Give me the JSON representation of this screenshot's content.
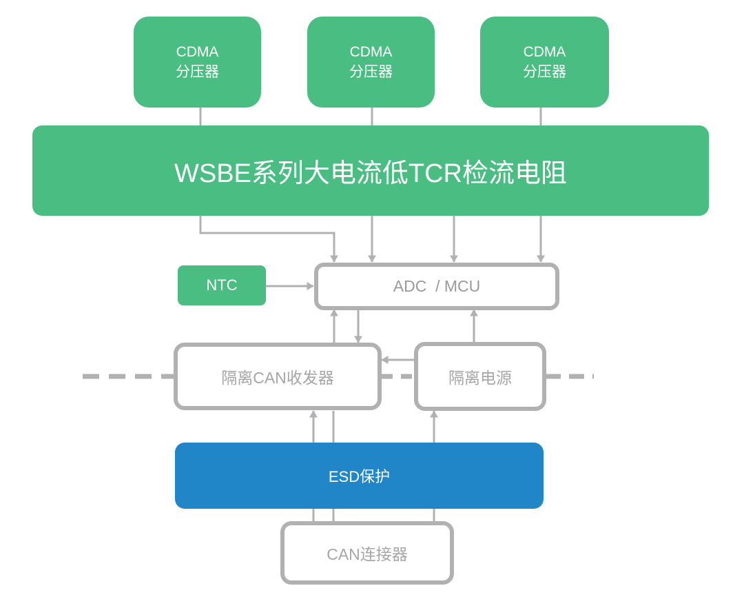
{
  "colors": {
    "green": "#4abd83",
    "blue": "#2186c8",
    "gray": "#b1b1b3",
    "gray_text": "#a6a6a8"
  },
  "dividers": {
    "cdma_a": {
      "line1": "CDMA",
      "line2": "分压器"
    },
    "cdma_b": {
      "line1": "CDMA",
      "line2": "分压器"
    },
    "cdma_c": {
      "line1": "CDMA",
      "line2": "分压器"
    }
  },
  "resistor": {
    "label": "WSBE系列大电流低TCR检流电阻"
  },
  "ntc": {
    "label": "NTC"
  },
  "adc_mcu": {
    "label": "ADC  / MCU"
  },
  "can_transceiver": {
    "label": "隔离CAN收发器"
  },
  "isolated_power": {
    "label": "隔离电源"
  },
  "esd": {
    "label": "ESD保护"
  },
  "can_connector": {
    "label": "CAN连接器"
  },
  "connections": [
    {
      "from": "CDMA分压器 (1)",
      "to": "WSBE检流电阻"
    },
    {
      "from": "CDMA分压器 (2)",
      "to": "WSBE检流电阻"
    },
    {
      "from": "CDMA分压器 (3)",
      "to": "WSBE检流电阻"
    },
    {
      "from": "WSBE检流电阻",
      "to": "ADC / MCU",
      "count": 4
    },
    {
      "from": "NTC",
      "to": "ADC / MCU"
    },
    {
      "from": "隔离CAN收发器",
      "to": "ADC / MCU"
    },
    {
      "from": "ADC / MCU",
      "to": "隔离CAN收发器"
    },
    {
      "from": "隔离电源",
      "to": "ADC / MCU"
    },
    {
      "from": "隔离电源",
      "to": "隔离CAN收发器"
    },
    {
      "from": "ESD保护",
      "to": "隔离CAN收发器"
    },
    {
      "from": "ESD保护",
      "to": "隔离电源"
    },
    {
      "from": "CAN连接器",
      "to": "ESD保护"
    }
  ]
}
